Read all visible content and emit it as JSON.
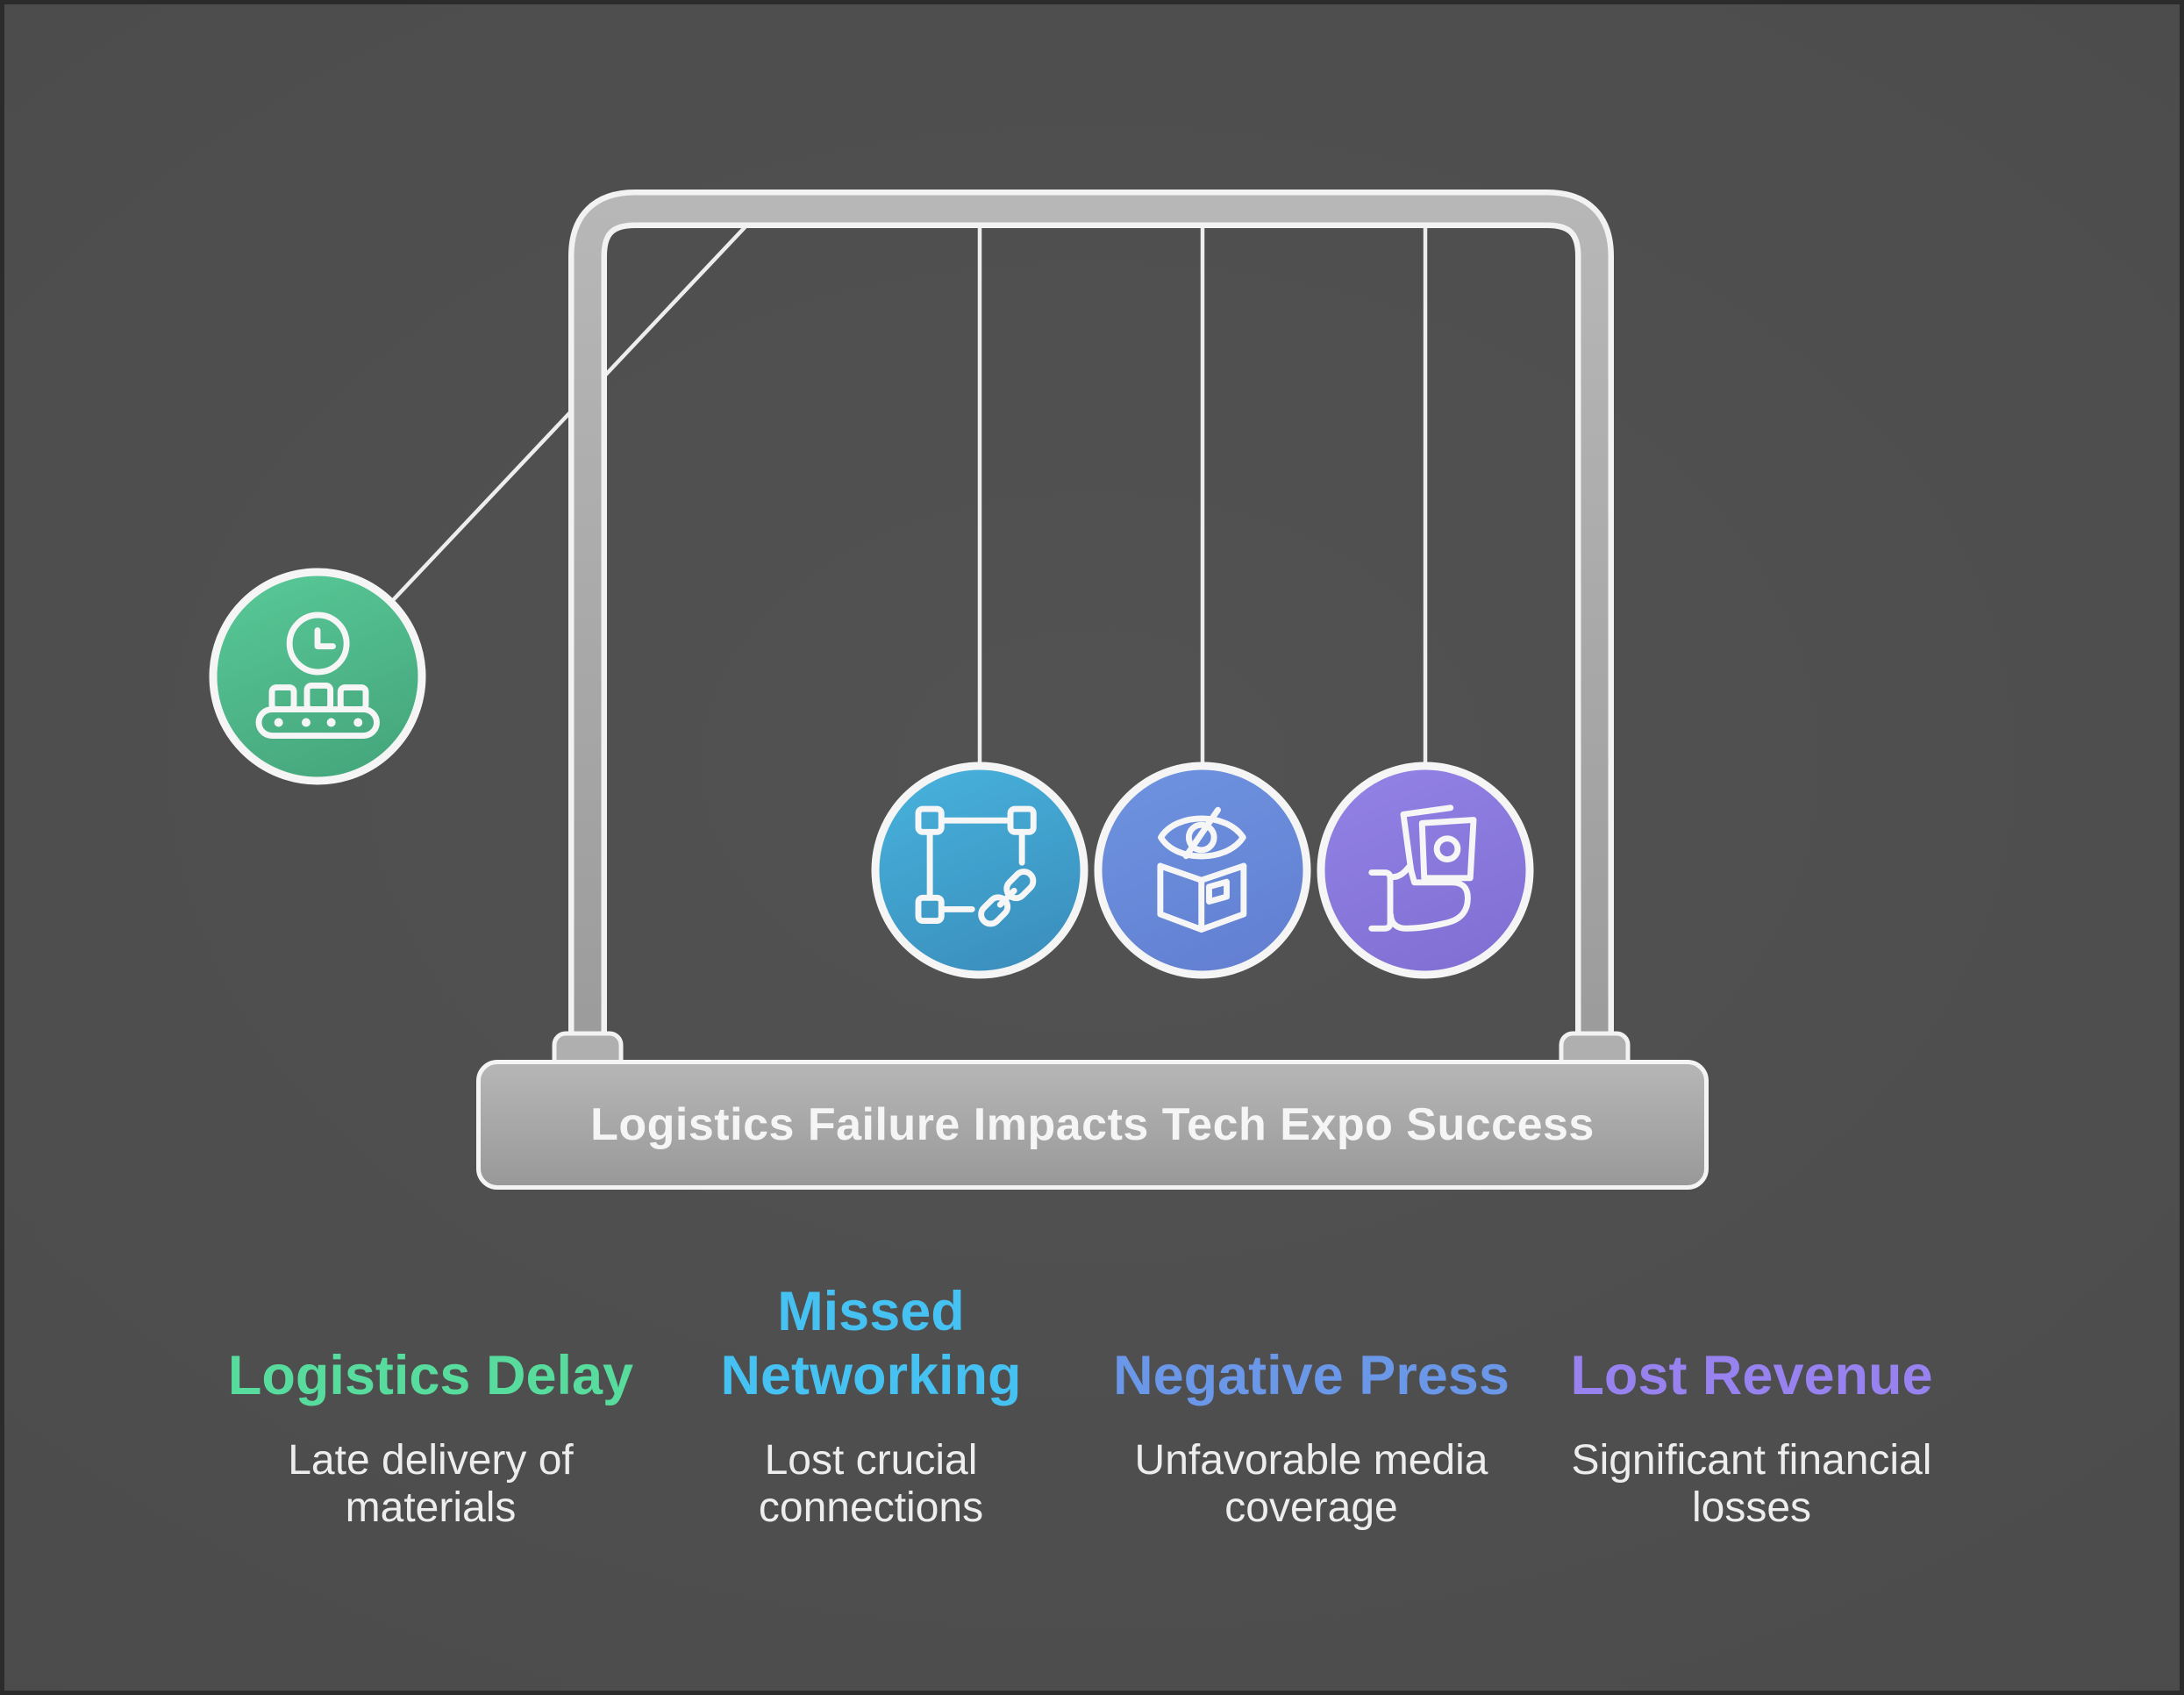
{
  "title_bar": {
    "text": "Logistics Failure Impacts Tech Expo Success"
  },
  "palette": {
    "background": "#4D4D4D",
    "outer_border": "#2B2B2B",
    "frame_white": "#F2F2F2",
    "frame_gray_top": "#B7B7B7",
    "frame_gray_bottom": "#9B9B9B",
    "foot_gray": "#AFAFAF",
    "bar_gradient_top": "#B6B6B6",
    "bar_gradient_bottom": "#999999",
    "title_text": "#F5F5F5",
    "body_text": "#EDEDED"
  },
  "pendulum": {
    "balls": [
      {
        "name": "logistics-delay",
        "icon": "clock-conveyor-icon",
        "color_top": "#58C897",
        "color_bottom": "#46A87D"
      },
      {
        "name": "missed-networking",
        "icon": "selection-link-icon",
        "color_top": "#47B2DC",
        "color_bottom": "#3B90BE"
      },
      {
        "name": "negative-press",
        "icon": "eye-slash-box-icon",
        "color_top": "#6E93E0",
        "color_bottom": "#6380D2"
      },
      {
        "name": "lost-revenue",
        "icon": "hand-money-icon",
        "color_top": "#9382E6",
        "color_bottom": "#8270D4"
      }
    ]
  },
  "columns": [
    {
      "heading": "Logistics Delay",
      "heading_color": "#57DC9E",
      "description": "Late delivery of\nmaterials"
    },
    {
      "heading": "Missed\nNetworking",
      "heading_color": "#45C1F2",
      "description": "Lost crucial\nconnections"
    },
    {
      "heading": "Negative Press",
      "heading_color": "#6B97E8",
      "description": "Unfavorable media\ncoverage"
    },
    {
      "heading": "Lost Revenue",
      "heading_color": "#9782F0",
      "description": "Significant financial\nlosses"
    }
  ]
}
